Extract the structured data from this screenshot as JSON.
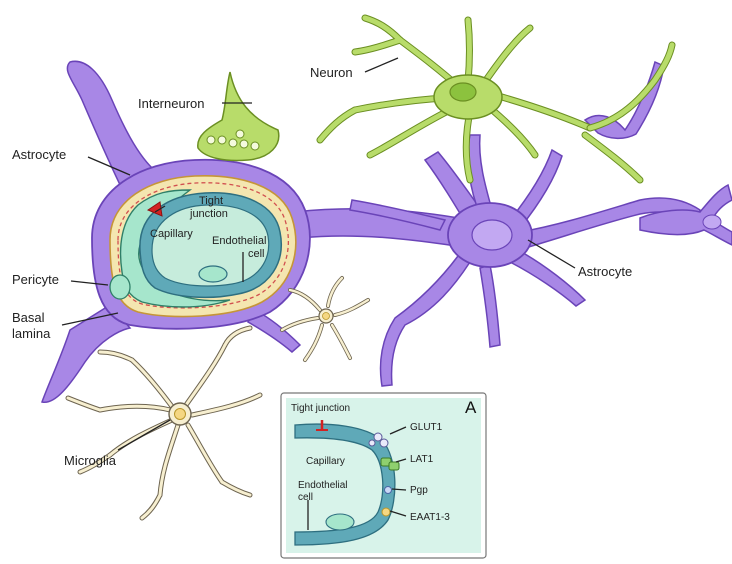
{
  "labels": {
    "interneuron": "Interneuron",
    "neuron": "Neuron",
    "astrocyte_left": "Astrocyte",
    "tight_junction_line1": "Tight",
    "tight_junction_line2": "junction",
    "capillary": "Capillary",
    "endothelial_line1": "Endothelial",
    "endothelial_line2": "cell",
    "pericyte": "Pericyte",
    "basal_line1": "Basal",
    "basal_line2": "lamina",
    "astrocyte_right": "Astrocyte",
    "microglia": "Microglia"
  },
  "inset": {
    "letter": "A",
    "tight_junction": "Tight junction",
    "capillary": "Capillary",
    "endothelial_line1": "Endothelial",
    "endothelial_line2": "cell",
    "transporters": [
      "GLUT1",
      "LAT1",
      "Pgp",
      "EAAT1-3"
    ]
  },
  "colors": {
    "astrocyte": "#a887e6",
    "astrocyte_stroke": "#6a44b8",
    "neuron": "#b8dc6a",
    "neuron_stroke": "#6b8f22",
    "basal_lamina": "#f4e6b0",
    "endothelium": "#5fa9b8",
    "capillary_lumen": "#c6ecdc",
    "pericyte": "#a6e6cc",
    "microglia": "#f7efd0",
    "tight_junction": "#d32222",
    "inset_bg": "#d8f3ea"
  }
}
